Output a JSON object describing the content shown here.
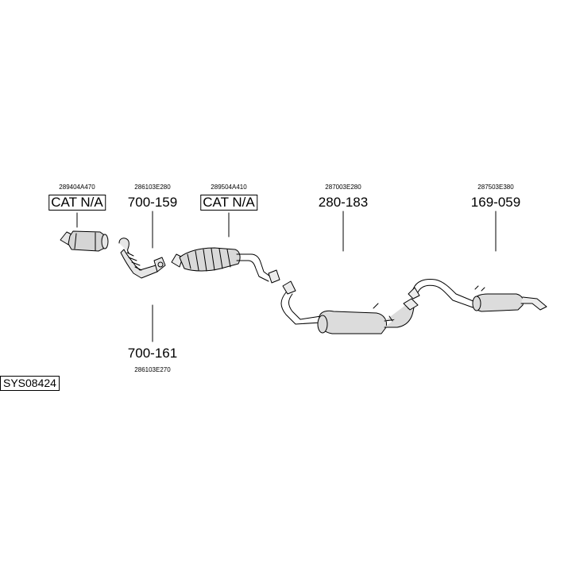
{
  "system_code": "SYS08424",
  "parts": [
    {
      "oem": "289404A470",
      "label": "CAT N/A",
      "boxed": true
    },
    {
      "oem": "286103E280",
      "label": "700-159",
      "boxed": false
    },
    {
      "oem": "289504A410",
      "label": "CAT N/A",
      "boxed": true
    },
    {
      "oem": "287003E280",
      "label": "280-183",
      "boxed": false
    },
    {
      "oem": "287503E380",
      "label": "169-059",
      "boxed": false
    },
    {
      "oem": "286103E270",
      "label": "700-161",
      "boxed": false
    }
  ]
}
